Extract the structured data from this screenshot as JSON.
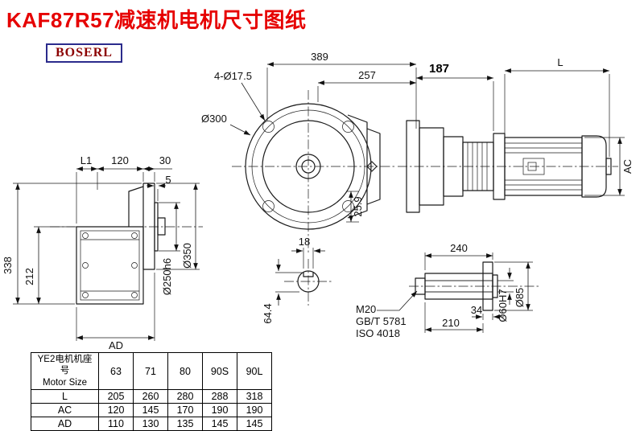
{
  "page": {
    "title": "KAF87R57减速机电机尺寸图纸",
    "brand": "BOSERL"
  },
  "drawing": {
    "front": {
      "dim_overall_width": "389",
      "dim_flange_face": "257",
      "dim_bolt_holes": "4-Ø17.5",
      "dim_pilot": "Ø300",
      "dim_offset": "25.9",
      "dim_key_width": "18",
      "dim_key_depth": "64.4"
    },
    "right": {
      "dim_adapter_length": "187",
      "dim_motor_length": "L",
      "dim_motor_diameter": "AC"
    },
    "left": {
      "dim_l1": "L1",
      "dim_120": "120",
      "dim_30": "30",
      "dim_5": "5",
      "dim_height": "338",
      "dim_212": "212",
      "dim_ad": "AD",
      "dim_spigot": "Ø250h6",
      "dim_flange_od": "Ø350"
    },
    "shaft": {
      "dim_length": "240",
      "dim_34": "34",
      "dim_210": "210",
      "thread": "M20",
      "std1": "GB/T 5781",
      "std2": "ISO 4018",
      "dim_bore": "Ø60H7",
      "dim_od": "Ø85"
    }
  },
  "table": {
    "header_cn": "YE2电机机座号",
    "header_en": "Motor Size",
    "sizes": [
      "63",
      "71",
      "80",
      "90S",
      "90L"
    ],
    "rows": [
      {
        "label": "L",
        "values": [
          "205",
          "260",
          "280",
          "288",
          "318"
        ]
      },
      {
        "label": "AC",
        "values": [
          "120",
          "145",
          "170",
          "190",
          "190"
        ]
      },
      {
        "label": "AD",
        "values": [
          "110",
          "130",
          "135",
          "145",
          "145"
        ]
      }
    ]
  }
}
